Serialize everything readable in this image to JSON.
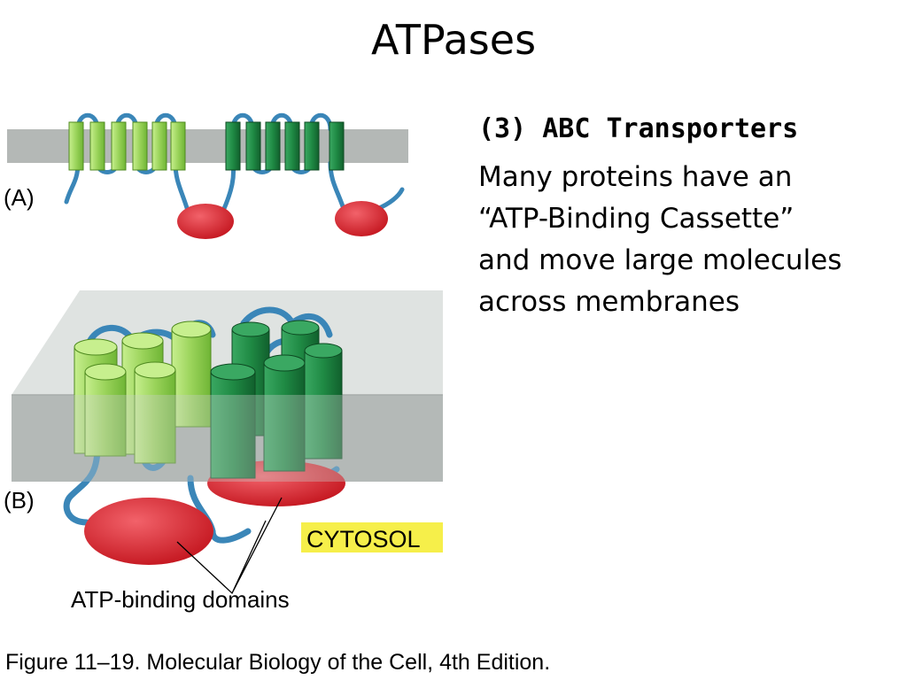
{
  "slide": {
    "title": "ATPases",
    "heading": "(3) ABC Transporters",
    "description_lines": [
      "Many proteins have an",
      "“ATP-Binding Cassette”",
      "and move large molecules",
      "across membranes"
    ],
    "caption": "Figure 11–19. Molecular Biology of the Cell, 4th Edition."
  },
  "figure": {
    "panel_a_label": "(A)",
    "panel_b_label": "(B)",
    "cytosol_label": "CYTOSOL",
    "atp_domains_label": "ATP-binding domains"
  },
  "colors": {
    "membrane_gray": "#b4b8b6",
    "light_green": "#9ad35a",
    "dark_green": "#1f8a44",
    "loop_blue": "#3a86b8",
    "atp_red": "#d8242c",
    "cytosol_highlight": "#f6ef4a"
  }
}
